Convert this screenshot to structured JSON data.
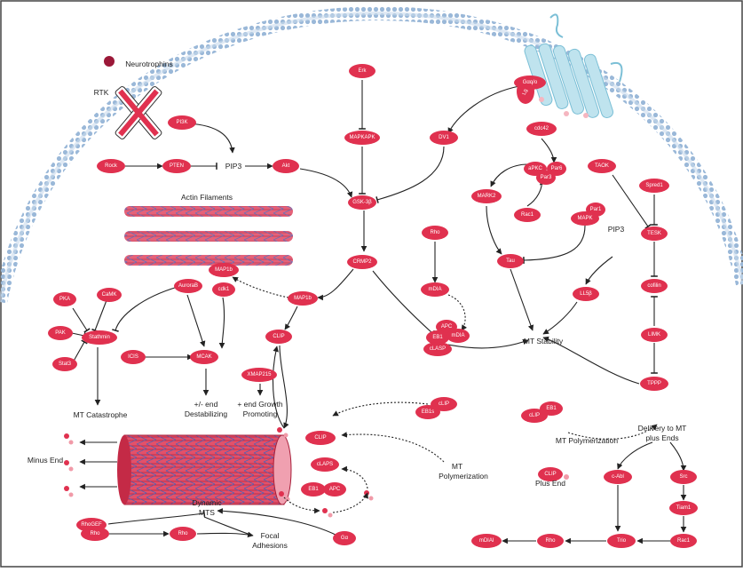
{
  "colors": {
    "node": "#e0314f",
    "membrane": "#9ab8d8",
    "receptor": "#bfe3ee",
    "line": "#222222"
  },
  "nodes": {
    "rock": "Rock",
    "pten": "PTEN",
    "pip3_a": "PIP3",
    "akt": "Akt",
    "pi3k": "PI3K",
    "erk": "Erk",
    "mapkapk": "MAPKAPK",
    "gsk3b": "GSK-3β",
    "dv1": "DV1",
    "lgl": "Lgl",
    "gaq": "Gαq/o",
    "cdc42": "cdc42",
    "apkc": "aPKC",
    "par6": "Par6",
    "par3": "Par3",
    "mark2": "MARK2",
    "rac1_a": "Rac1",
    "par1": "Par1",
    "mapk": "MAPK",
    "taok": "TAOK",
    "spred1": "Spred1",
    "tesk": "TESK",
    "cofilin": "cofilin",
    "limk": "LIMK",
    "tppp": "TPPP",
    "tau": "Tau",
    "pip3_b": "PIP3",
    "ll5b": "LL5β",
    "crmp2": "CRMP2",
    "rho_a": "Rho",
    "mdia_a": "mDIA",
    "apc_a": "APC",
    "eb1_a": "EB1",
    "mdia_b": "mDIA",
    "clasp_a": "cLASP",
    "map1b_a": "MAP1b",
    "map1b_b": "MAP1b",
    "clip_a": "CLIP",
    "pka": "PKA",
    "camk": "CaMK",
    "aurorab": "AuroraB",
    "cdk1": "cdk1",
    "pak": "PAK",
    "stathmin": "Stathmin",
    "stat3": "Stat3",
    "icis": "ICIS",
    "mcak": "MCAK",
    "xmap215": "XMAP215",
    "clip_b": "cLIP",
    "eb1s": "EB1s",
    "clip_c": "CLIP",
    "claps": "cLAPS",
    "eb1_b": "EB1",
    "apc_b": "APC",
    "clip_d": "cLIP",
    "eb1_c": "EB1",
    "clip_e": "CLIP",
    "cabl": "c-Abl",
    "src": "Src",
    "tiam1": "Tiam1",
    "rac1_b": "Rac1",
    "trio": "Trio",
    "rho_b": "Rho",
    "mdia_c": "mDIAl",
    "rhogef": "RhoGEF",
    "rho_c": "Rho",
    "rho_d": "Rho",
    "ga": "Gα"
  },
  "labels": {
    "neurotrophins": "Neurotrophins",
    "rtk": "RTK",
    "actin": "Actin Filaments",
    "mt_stability": "MT Stability",
    "mt_catastrophe": "MT Catastrophe",
    "destab_1": "+/- end",
    "destab_2": "Destabilizing",
    "growth_1": "+ end Growth",
    "growth_2": "Promoting",
    "minus_end": "Minus End",
    "dynamic_1": "Dynamic",
    "dynamic_2": "MTS",
    "focal_1": "Focal",
    "focal_2": "Adhesions",
    "mtpoly_a1": "MT",
    "mtpoly_a2": "Polymerization",
    "mtpoly_b": "MT Polymerization",
    "delivery_1": "Delivery to MT",
    "delivery_2": "plus Ends",
    "plus_end": "Plus End"
  }
}
